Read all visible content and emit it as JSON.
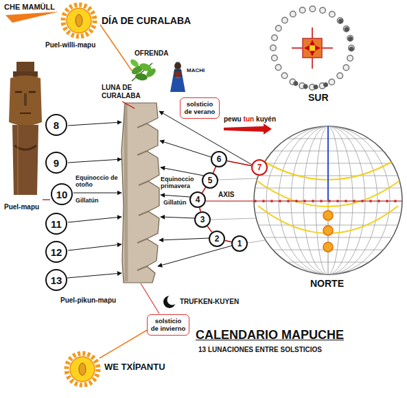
{
  "diagram": {
    "title": "CALENDARIO MAPUCHE",
    "caption": "13 LUNACIONES ENTRE SOLSTICIOS",
    "nodes": [
      {
        "text": [
          "solsticio de verano"
        ]
      },
      {
        "text": [
          "8"
        ]
      },
      {
        "text": [
          "7"
        ]
      },
      {
        "text": [
          "6"
        ]
      },
      {
        "text": [
          "9"
        ]
      },
      {
        "text": [
          "5"
        ]
      },
      {
        "text": [
          "10"
        ]
      },
      {
        "text": [
          "4"
        ]
      },
      {
        "text": [
          "3"
        ]
      },
      {
        "text": [
          "11"
        ]
      },
      {
        "text": [
          "2"
        ]
      },
      {
        "text": [
          "1"
        ]
      },
      {
        "text": [
          "12"
        ]
      },
      {
        "text": [
          "13"
        ]
      },
      {
        "text": [
          "solsticio de invierno"
        ]
      }
    ],
    "edges": [
      {
        "from": 11,
        "to": 10,
        "arrow": "none"
      },
      {
        "from": 10,
        "to": 8,
        "arrow": "none"
      },
      {
        "from": 8,
        "to": 7,
        "arrow": "none"
      },
      {
        "from": 7,
        "to": 5,
        "arrow": "none"
      },
      {
        "from": 5,
        "to": 3,
        "arrow": "none"
      },
      {
        "from": 3,
        "to": 2,
        "arrow": "none"
      }
    ],
    "labels": [
      "CHE MAMÜLL",
      "DÍA DE CURALABA",
      "Puel-willi-mapu",
      "OFRENDA",
      "MACHI",
      "LUNA DE CURALABA",
      "pewu",
      "tun",
      "kuyén",
      "SUR",
      "Equinoccio de otoño",
      "Gillatún",
      "Equinoccio primavera",
      "Gillatún",
      "AXIS",
      "Puel-mapu",
      "NORTE",
      "Puel-pikun-mapu",
      "TRUFKEN-KUYEN",
      "WE TXÍPANTU"
    ]
  }
}
